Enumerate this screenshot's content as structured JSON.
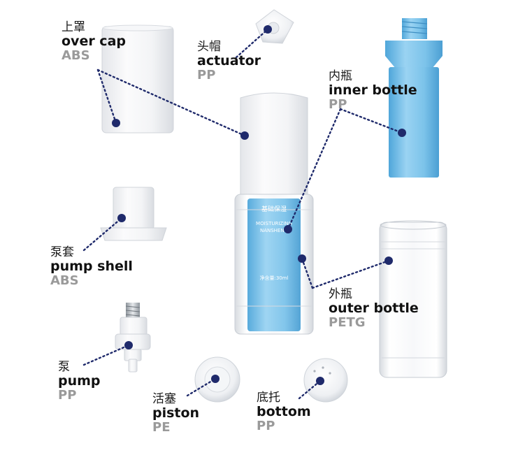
{
  "colors": {
    "leader_line": "#1f2a6b",
    "marker_dot": "#1f2a6b",
    "material_text": "#9a9a9a",
    "inner_bottle_blue": "#7cc3ea",
    "part_white": "#f2f3f5"
  },
  "callouts": [
    {
      "id": "over-cap",
      "cn": "上罩",
      "en": "over cap",
      "material": "ABS"
    },
    {
      "id": "actuator",
      "cn": "头帽",
      "en": "actuator",
      "material": "PP"
    },
    {
      "id": "inner-bottle",
      "cn": "内瓶",
      "en": "inner bottle",
      "material": "PP"
    },
    {
      "id": "pump-shell",
      "cn": "泵套",
      "en": "pump shell",
      "material": "ABS"
    },
    {
      "id": "outer-bottle",
      "cn": "外瓶",
      "en": "outer bottle",
      "material": "PETG"
    },
    {
      "id": "pump",
      "cn": "泵",
      "en": "pump",
      "material": "PP"
    },
    {
      "id": "piston",
      "cn": "活塞",
      "en": "piston",
      "material": "PE"
    },
    {
      "id": "bottom",
      "cn": "底托",
      "en": "bottom",
      "material": "PP"
    }
  ],
  "bottle_print": {
    "line1": "基础保湿",
    "line2": "MOISTURIZING",
    "line3": "NANSHENG",
    "line4": "净含量:30ml"
  }
}
